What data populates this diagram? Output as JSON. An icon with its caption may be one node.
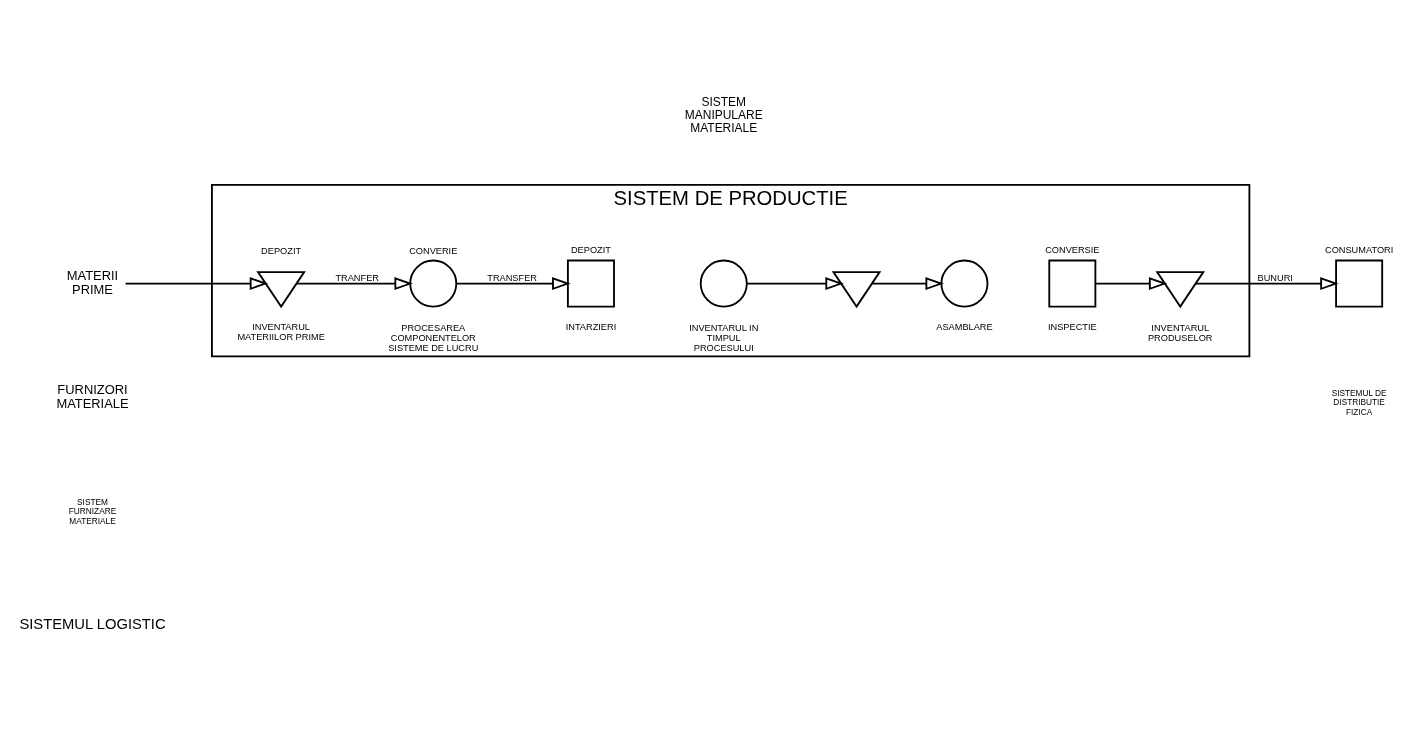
{
  "diagram": {
    "nodes": [
      {
        "text": [
          "SISTEM DE PRODUCTIE"
        ]
      },
      {
        "text": [
          "MATERII PRIME"
        ]
      },
      {
        "text": [
          "DEPOZIT",
          "INVENTARUL MATERIILOR PRIME"
        ],
        "in": 0
      },
      {
        "text": [
          "CONVERIE",
          "PROCESAREA COMPONENTELOR SISTEME DE LUCRU"
        ],
        "in": 0
      },
      {
        "text": [
          "DEPOZIT",
          "INTARZIERI"
        ],
        "in": 0
      },
      {
        "text": [
          "INVENTARUL IN TIMPUL PROCESULUI"
        ],
        "in": 0
      },
      {
        "text": [],
        "shape": "triangle",
        "in": 0
      },
      {
        "text": [
          "ASAMBLARE"
        ],
        "in": 0
      },
      {
        "text": [
          "CONVERSIE",
          "INSPECTIE"
        ],
        "in": 0
      },
      {
        "text": [
          "INVENTARUL PRODUSELOR"
        ],
        "in": 0
      },
      {
        "text": [
          "CONSUMATORI"
        ]
      }
    ],
    "edges": [
      {
        "from": 1,
        "to": 2,
        "arrow": "to"
      },
      {
        "from": 2,
        "to": 3,
        "arrow": "to",
        "label": "TRANFER"
      },
      {
        "from": 3,
        "to": 4,
        "arrow": "to",
        "label": "TRANSFER"
      },
      {
        "from": 5,
        "to": 6,
        "arrow": "to"
      },
      {
        "from": 6,
        "to": 7,
        "arrow": "to"
      },
      {
        "from": 8,
        "to": 9,
        "arrow": "to"
      },
      {
        "from": 9,
        "to": 10,
        "arrow": "to",
        "label": "BUNURI"
      }
    ],
    "labels": [
      "FURNIZORI MATERIALE",
      "SISTEMUL DE DISTRIBUTIE FIZICA",
      "SISTEM MANIPULARE MATERIALE",
      "SISTEM FURNIZARE MATERIALE",
      "SISTEMUL LOGISTIC"
    ]
  }
}
